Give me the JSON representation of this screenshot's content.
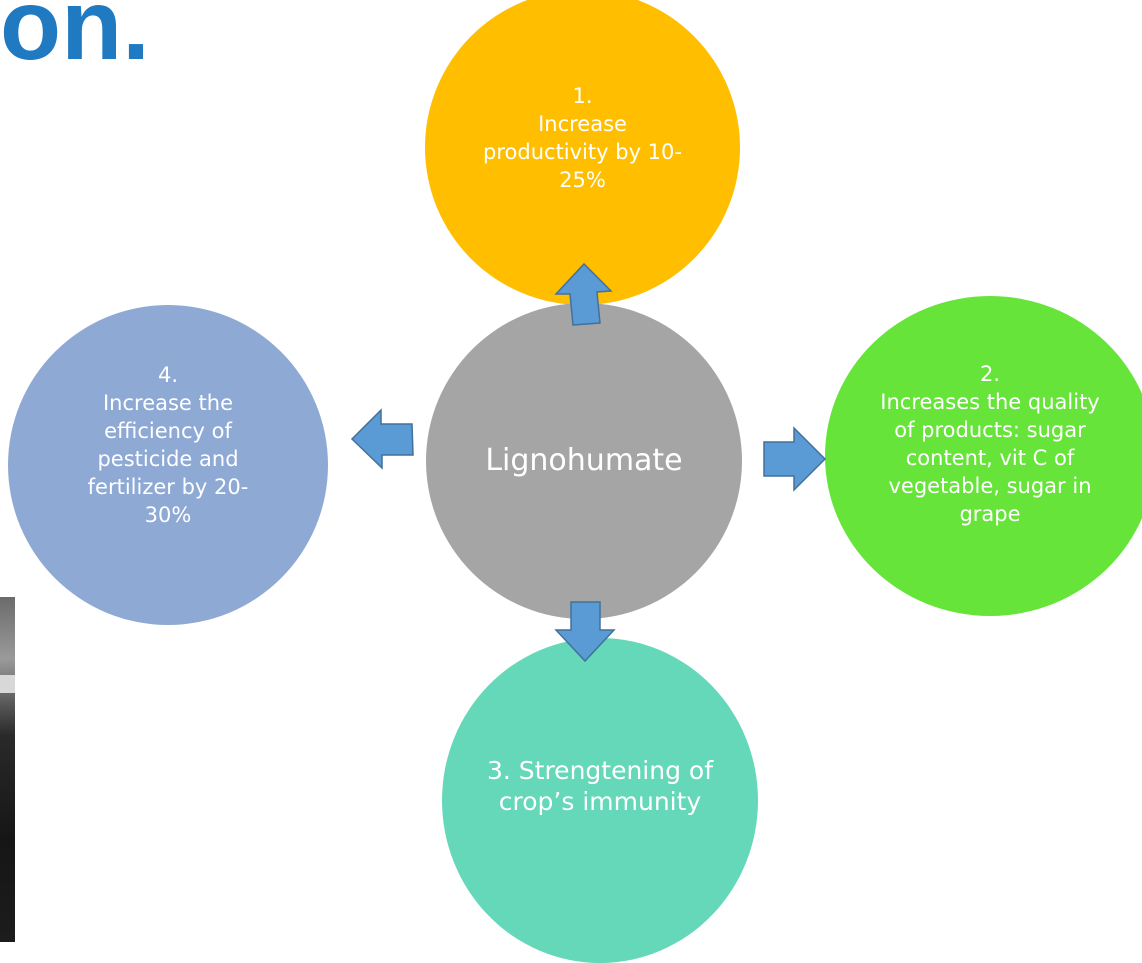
{
  "heading_fragment": "on.",
  "center": {
    "label": "Lignohumate",
    "color": "#a5a5a5"
  },
  "nodes": [
    {
      "id": "top",
      "number": "1.",
      "text": "Increase productivity by 10-25%",
      "color": "#ffbf00"
    },
    {
      "id": "right",
      "number": "2.",
      "text": "Increases the quality of products: sugar content, vit C of vegetable, sugar in grape",
      "color": "#66e43a"
    },
    {
      "id": "bottom",
      "number": "",
      "text": "3. Strengtening of crop’s immunity",
      "color": "#64d8b8"
    },
    {
      "id": "left",
      "number": "4.",
      "text": "Increase the efficiency of pesticide and fertilizer by 20-30%",
      "color": "#8ea9d4"
    }
  ],
  "arrow_color": "#5b9bd5",
  "heading_color": "#1f7ac2"
}
